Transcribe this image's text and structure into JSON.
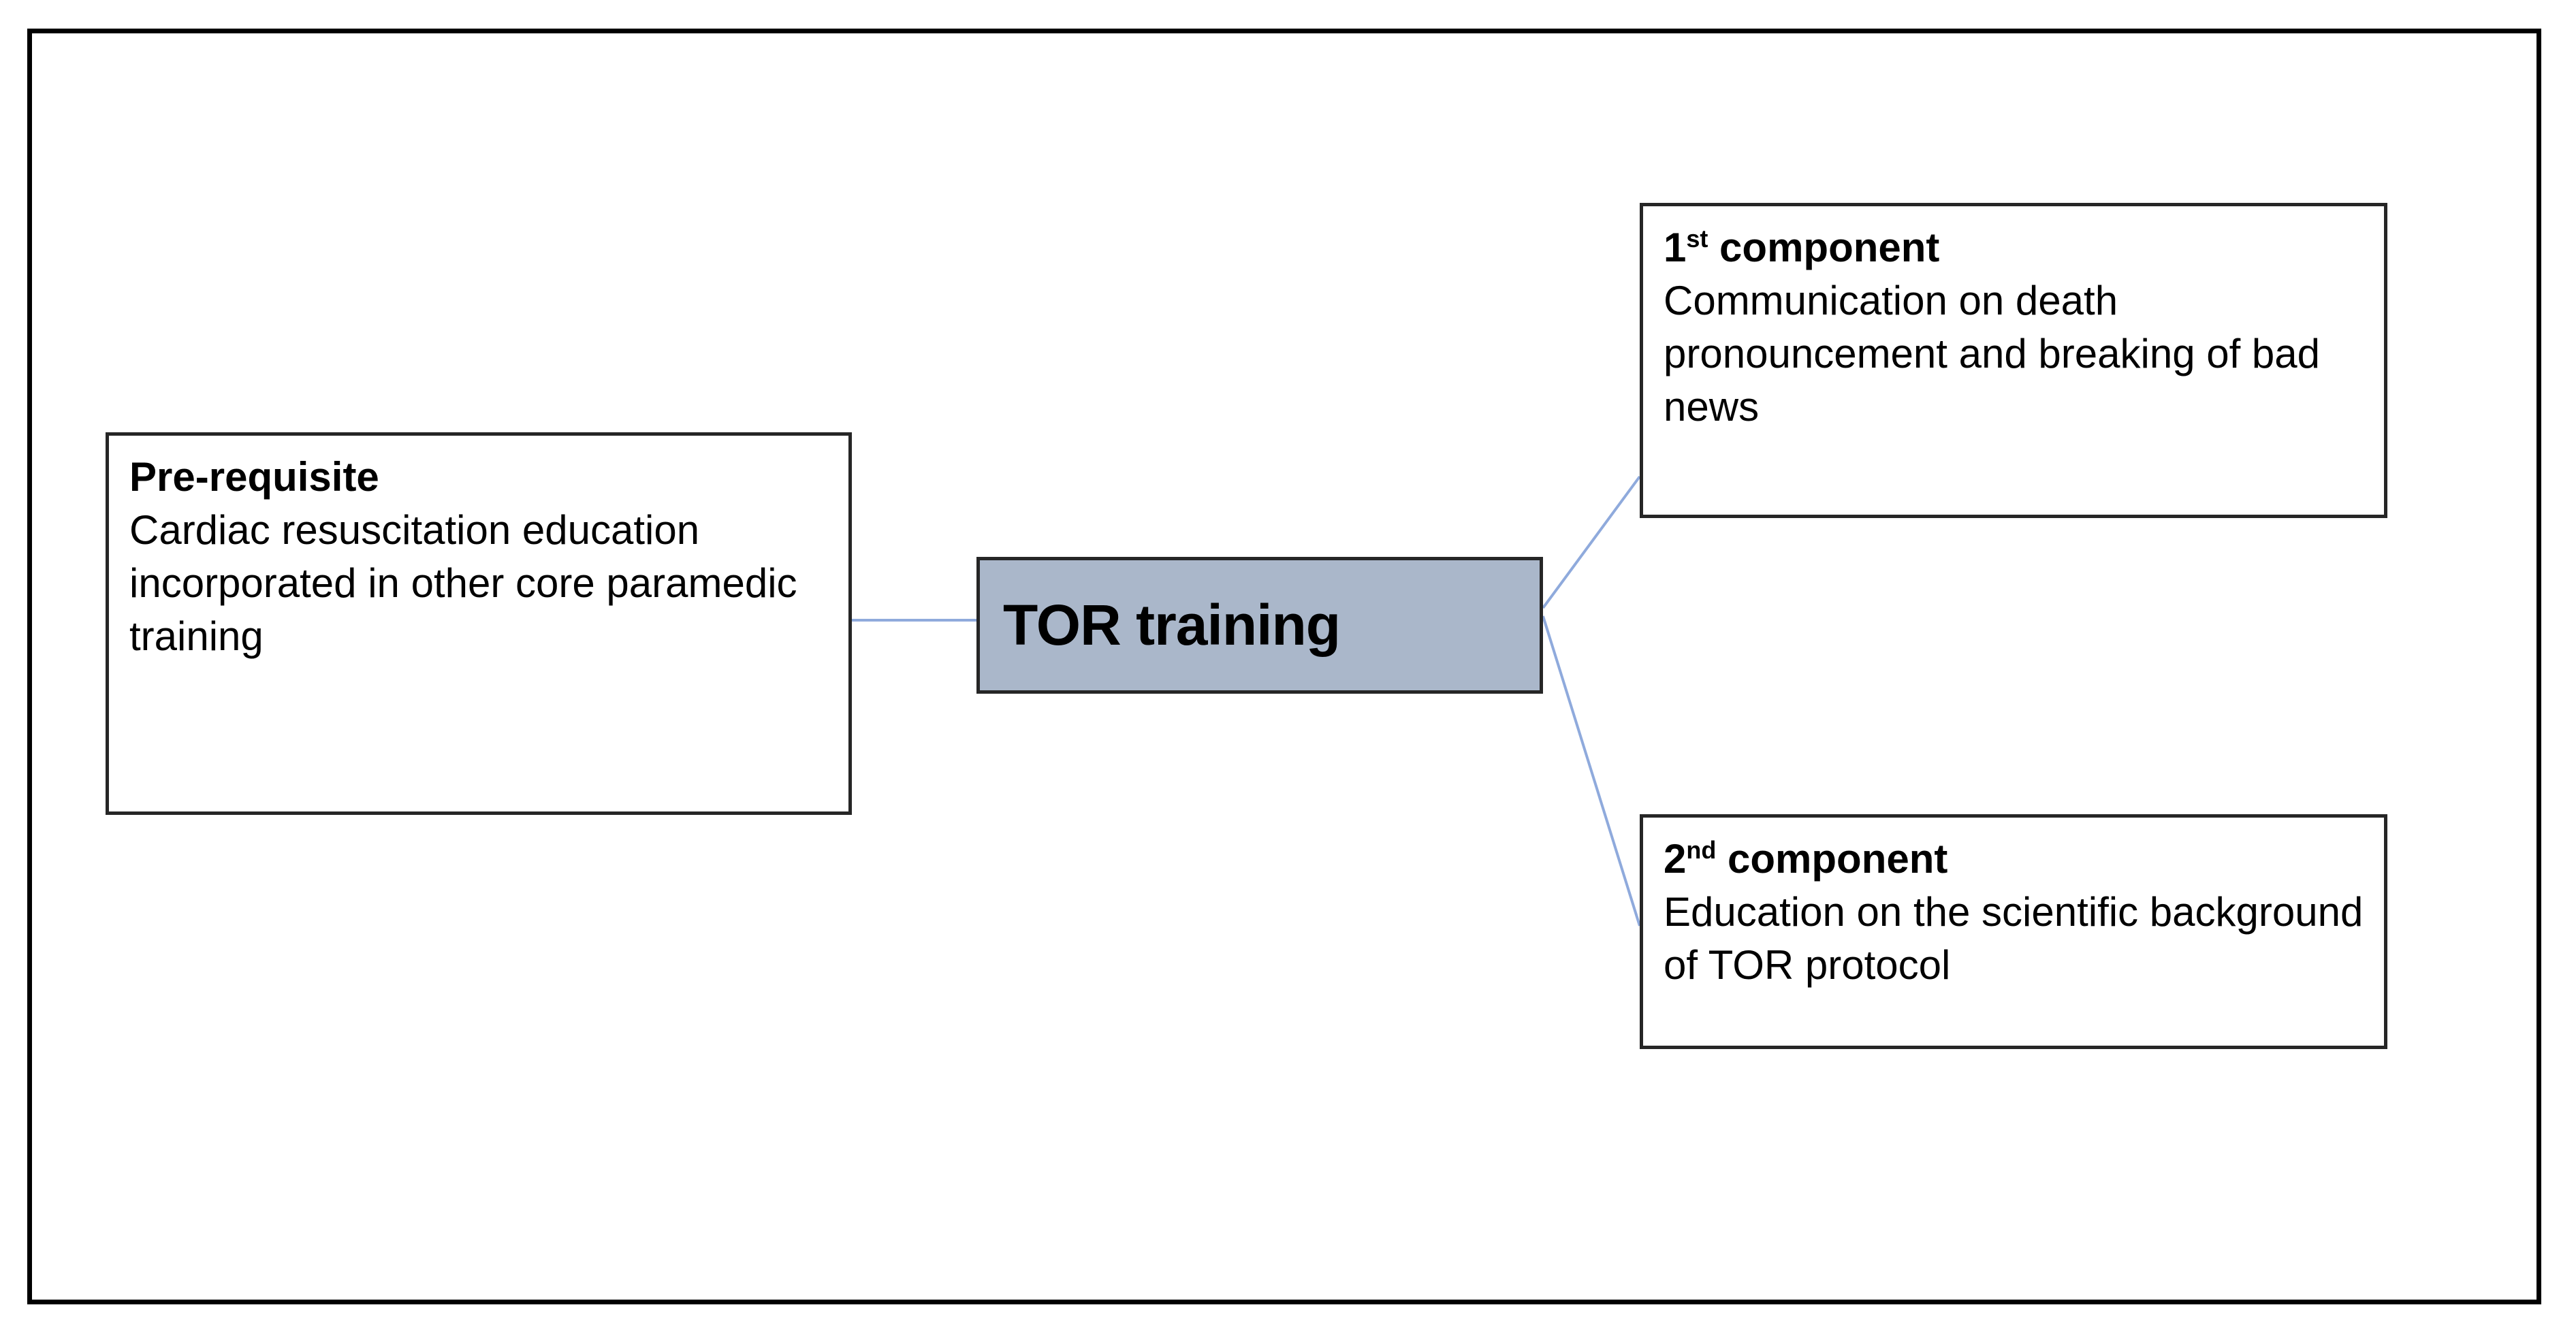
{
  "diagram": {
    "title_node": {
      "label": "TOR training",
      "fill_color": "#aab7ca",
      "border_color": "#262626"
    },
    "nodes": [
      {
        "id": "prerequisite",
        "heading": "Pre-requisite",
        "heading_suffix": "",
        "body": "Cardiac resuscitation education incorporated in other core paramedic training"
      },
      {
        "id": "component-1",
        "heading": "1",
        "heading_suffix": "st",
        "heading_rest": " component",
        "body": "Communication on death pronouncement and breaking of bad news"
      },
      {
        "id": "component-2",
        "heading": "2",
        "heading_suffix": "nd",
        "heading_rest": " component",
        "body": "Education on the scientific background of TOR protocol"
      }
    ],
    "connectors": {
      "color": "#8faadc",
      "width": 3,
      "edges": [
        {
          "from": "prerequisite",
          "to": "tor-training"
        },
        {
          "from": "tor-training",
          "to": "component-1"
        },
        {
          "from": "tor-training",
          "to": "component-2"
        }
      ]
    },
    "frame": {
      "border_color": "#000000",
      "background": "#ffffff"
    }
  }
}
